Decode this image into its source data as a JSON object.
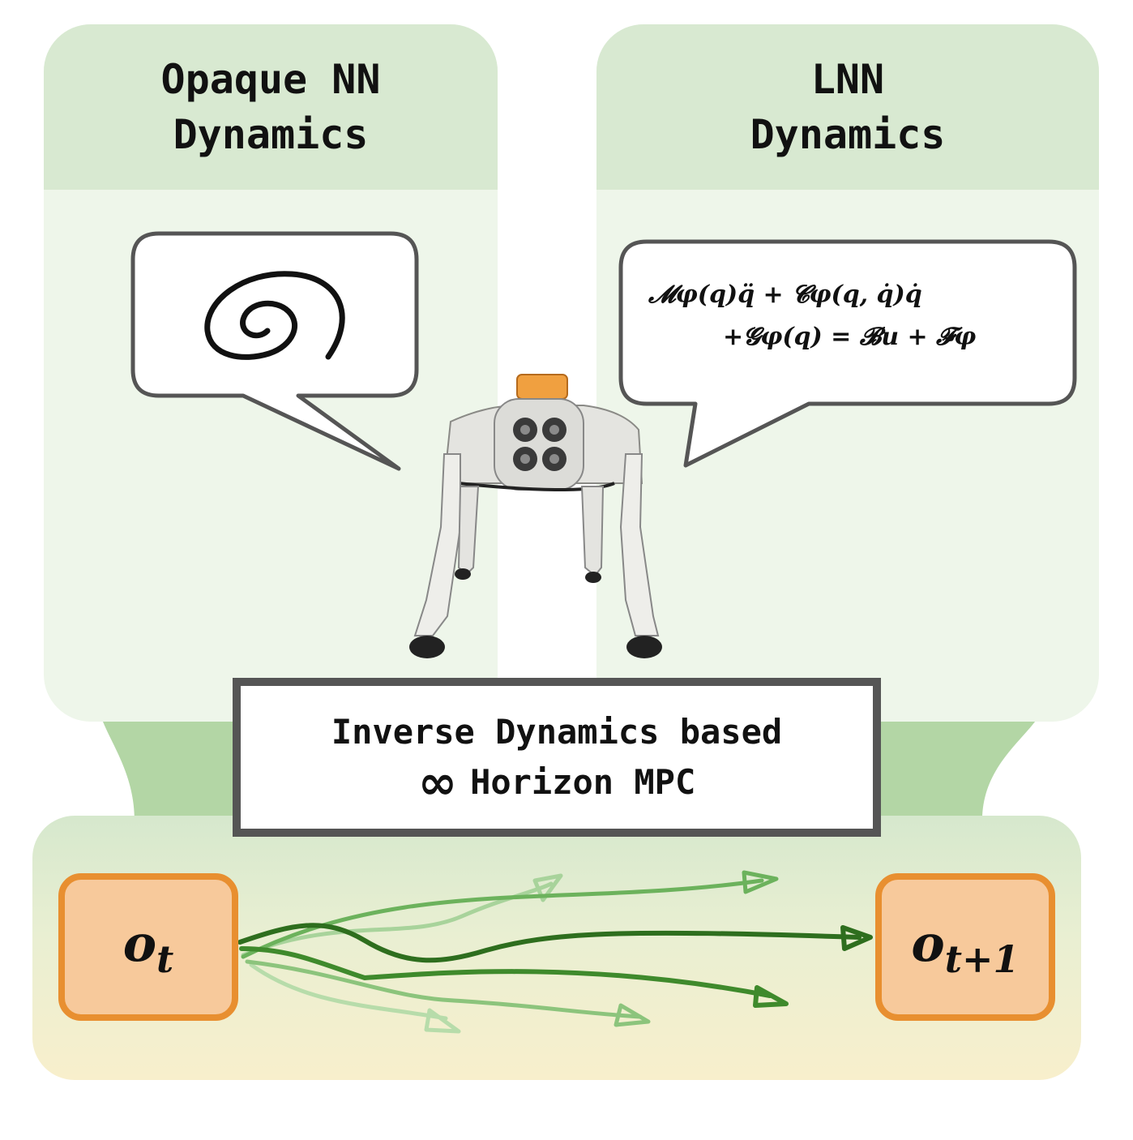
{
  "left_panel": {
    "title": "Opaque NN\nDynamics",
    "bubble_icon": "spiral-icon"
  },
  "right_panel": {
    "title": "LNN\nDynamics",
    "equation_line1": "𝓜φ(q)q̈ + 𝓒φ(q, q̇)q̇",
    "equation_line2": "+𝓖φ(q) = 𝓑u + 𝓕φ"
  },
  "robot": {
    "icon": "quadruped-robot-icon"
  },
  "mpc": {
    "line1": "Inverse Dynamics based",
    "infinity": "∞",
    "line2": "Horizon MPC"
  },
  "observations": {
    "current": {
      "symbol": "o",
      "subscript": "t"
    },
    "next": {
      "symbol": "o",
      "subscript": "t+1"
    }
  },
  "colors": {
    "panel_head": "#d8e9d1",
    "panel_body": "#eef6ea",
    "connector": "#b3d6a5",
    "obs_fill": "#f7c99b",
    "obs_border": "#e88f30",
    "trajectory_dark": "#2e6e1e",
    "trajectory_mid": "#6cb25c",
    "trajectory_light": "#a8d39b"
  }
}
